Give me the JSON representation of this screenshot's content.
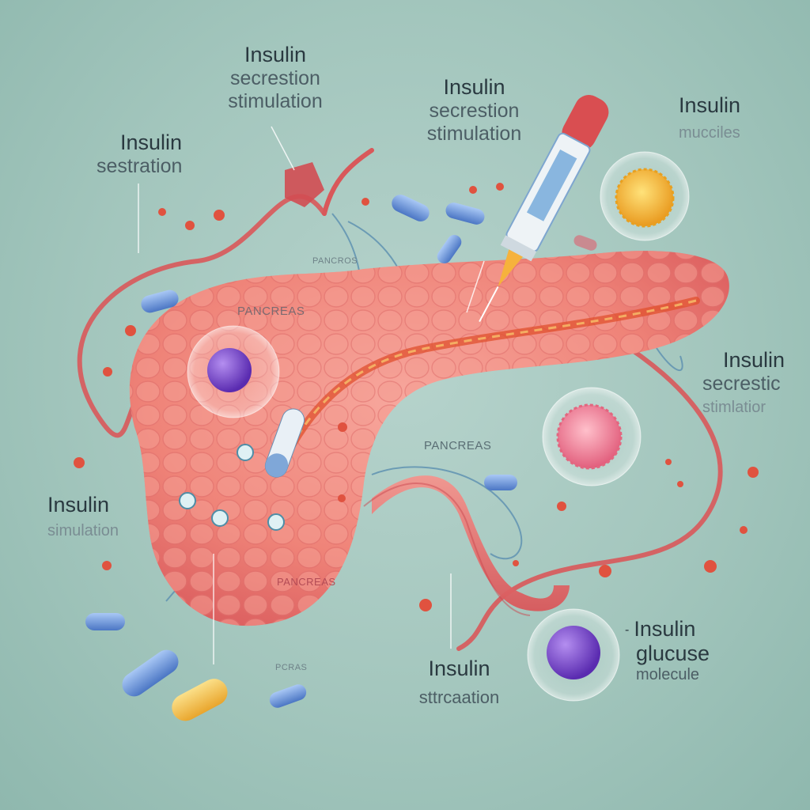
{
  "labels": {
    "top_center": {
      "line1": "Insulin",
      "line2": "secrestion",
      "line3": "stimulation"
    },
    "top_left": {
      "line1": "Insulin",
      "line2": "sestration"
    },
    "top_mid": {
      "line1": "Insulin",
      "line2": "secrestion",
      "line3": "stimulation"
    },
    "top_right": {
      "line1": "Insulin",
      "line2": "mucciles"
    },
    "right_mid": {
      "line1": "Insulin",
      "line2": "secrestic",
      "line3": "stimlatior"
    },
    "left_mid": {
      "line1": "Insulin",
      "line2": "simulation"
    },
    "bottom_center": {
      "line1": "Insulin",
      "line2": "sttrcaation"
    },
    "bottom_right": {
      "line1": "Insulin",
      "line2": "glucuse",
      "line3": "molecule",
      "prefix": "-"
    }
  },
  "organ_labels": {
    "pancreas_top": "PANCREAS",
    "pancreas_mid": "PANCREAS",
    "pancreas_low": "PANCREAS",
    "pancros_top": "PANCROS",
    "pancros_bottom": "PCRAS"
  },
  "colors": {
    "background": "#a3c6bd",
    "pancreas": "#f08a82",
    "vessel": "#d9585a",
    "nerve": "#5b8fb0",
    "capsule_blue": "#5f8fd6",
    "capsule_yellow": "#f2c744",
    "cell_purple": "#7b45d0",
    "cell_yellow": "#f5b63a",
    "cell_pink": "#ee7f95"
  },
  "icons": [
    "insulin-pen-icon",
    "glucose-molecule-icon",
    "insulin-cell-icon",
    "capsule-icon"
  ]
}
